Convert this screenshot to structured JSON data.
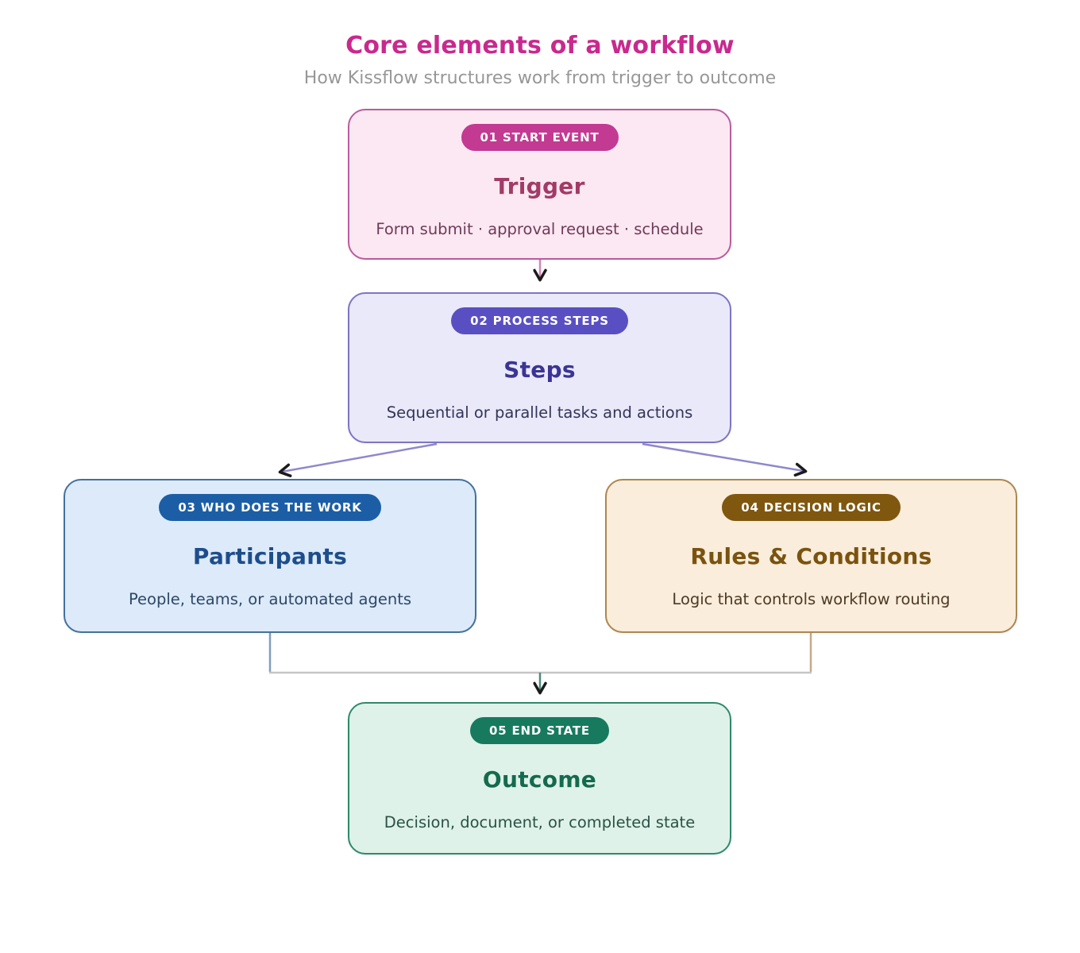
{
  "header": {
    "title": "Core elements of a workflow",
    "subtitle": "How Kissflow structures work from trigger to outcome"
  },
  "cards": [
    {
      "badge": "01 START EVENT",
      "title": "Trigger",
      "description": "Form submit · approval request · schedule"
    },
    {
      "badge": "02 PROCESS STEPS",
      "title": "Steps",
      "description": "Sequential or parallel tasks and actions"
    },
    {
      "badge": "03 WHO DOES THE WORK",
      "title": "Participants",
      "description": "People, teams, or automated agents"
    },
    {
      "badge": "04 DECISION LOGIC",
      "title": "Rules & Conditions",
      "description": "Logic that controls workflow routing"
    },
    {
      "badge": "05 END STATE",
      "title": "Outcome",
      "description": "Decision, document, or completed state"
    }
  ],
  "colors": {
    "title": "#c9298e",
    "subtitle": "#979797",
    "trigger": {
      "badge": "#c23a92",
      "background": "#fce8f2",
      "border": "#bb5c9e",
      "title": "#a23b66",
      "text": "#6f3a59"
    },
    "steps": {
      "badge": "#5a4fc2",
      "background": "#e9e9f9",
      "border": "#7d75c5",
      "title": "#3c3494",
      "text": "#34345a"
    },
    "participants": {
      "badge": "#1c5ea6",
      "background": "#ddeafa",
      "border": "#44719b",
      "title": "#1d4e8b",
      "text": "#2c4866"
    },
    "decision": {
      "badge": "#80570f",
      "background": "#faeddb",
      "border": "#ad8750",
      "title": "#7a530f",
      "text": "#4c3a26"
    },
    "outcome": {
      "badge": "#177a5e",
      "background": "#def2e9",
      "border": "#2e8a6b",
      "title": "#156a4e",
      "text": "#2a5244"
    },
    "connectors": {
      "trigger_to_steps": "#d783b8",
      "steps_branches": "#8f88cc",
      "participants_drop": "#7f9fba",
      "decision_drop": "#c4a98c",
      "merge_line": "#c6c6c6",
      "merge_to_outcome": "#4f8a78",
      "arrowhead": "#1b1b1b"
    }
  }
}
